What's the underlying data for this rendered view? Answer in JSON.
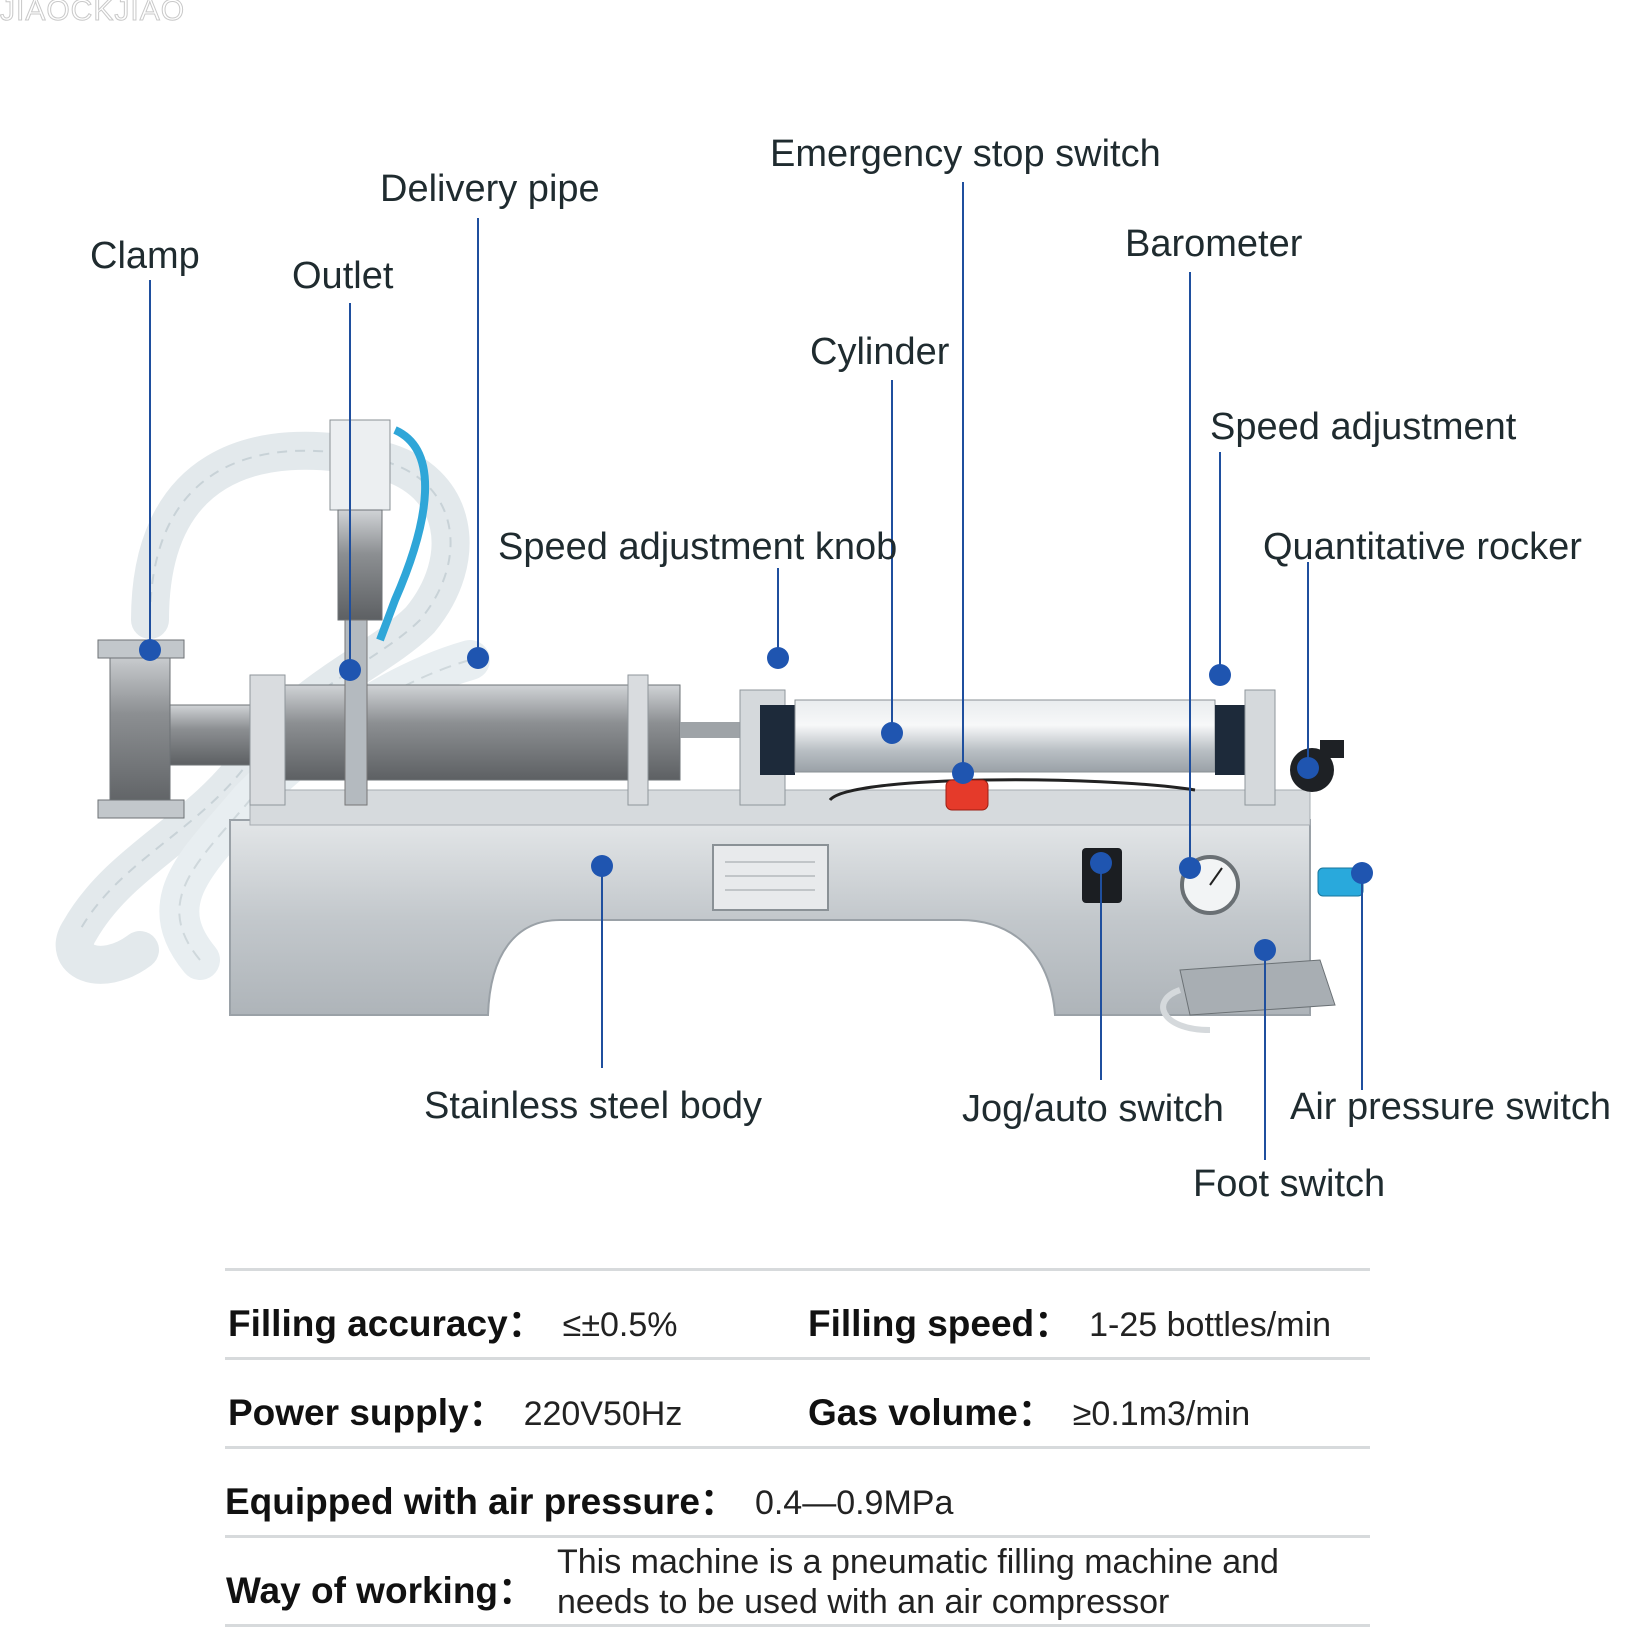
{
  "watermark": "JIAOCKJIAO",
  "labels": {
    "clamp": "Clamp",
    "outlet": "Outlet",
    "delivery_pipe": "Delivery pipe",
    "emergency_stop_switch": "Emergency stop switch",
    "barometer": "Barometer",
    "cylinder": "Cylinder",
    "speed_adjustment": "Speed adjustment",
    "speed_adjustment_knob": "Speed adjustment knob",
    "quantitative_rocker": "Quantitative rocker",
    "stainless_steel_body": "Stainless steel body",
    "jog_auto_switch": "Jog/auto switch",
    "air_pressure_switch": "Air pressure switch",
    "foot_switch": "Foot switch"
  },
  "specs": {
    "filling_accuracy": {
      "label": "Filling accuracy：",
      "value": "≤±0.5%"
    },
    "filling_speed": {
      "label": "Filling speed：",
      "value": "1-25 bottles/min"
    },
    "power_supply": {
      "label": "Power supply：",
      "value": "220V50Hz"
    },
    "gas_volume": {
      "label": "Gas volume：",
      "value": "≥0.1m3/min"
    },
    "air_pressure": {
      "label": "Equipped with air pressure：",
      "value": "0.4—0.9MPa"
    },
    "way_of_working": {
      "label": "Way of working：",
      "line1": "This machine is a pneumatic filling machine and",
      "line2": "needs to be used with an air compressor"
    }
  },
  "colors": {
    "leader": "#1f4f9e",
    "dot": "#1f55b0",
    "steel": "#c9cdd1",
    "label": "#1f2b2f"
  }
}
